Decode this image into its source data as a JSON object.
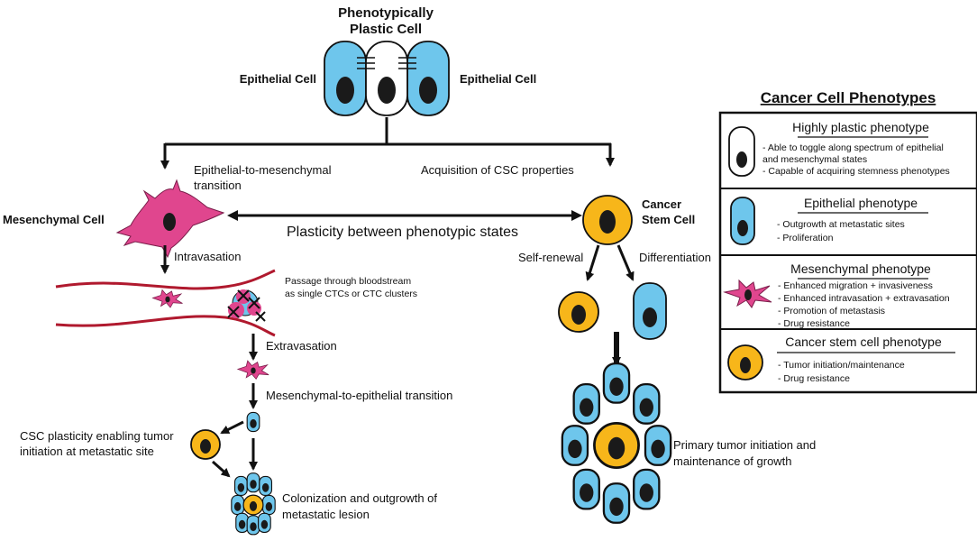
{
  "top": {
    "title_line1": "Phenotypically",
    "title_line2": "Plastic Cell",
    "epithelial_label": "Epithelial Cell"
  },
  "flow": {
    "emt_line1": "Epithelial-to-mesenchymal",
    "emt_line2": "transition",
    "csc_acquisition": "Acquisition of CSC properties",
    "mesenchymal_cell": "Mesenchymal Cell",
    "plasticity": "Plasticity between phenotypic states",
    "csc_line1": "Cancer",
    "csc_line2": "Stem Cell",
    "intravasation": "Intravasation",
    "blood_line1": "Passage through bloodstream",
    "blood_line2": "as single CTCs or CTC clusters",
    "extravasation": "Extravasation",
    "met": "Mesenchymal-to-epithelial transition",
    "csc_plasticity_line1": "CSC plasticity enabling tumor",
    "csc_plasticity_line2": "initiation at metastatic site",
    "colonization_line1": "Colonization and outgrowth of",
    "colonization_line2": "metastatic lesion",
    "self_renewal": "Self-renewal",
    "differentiation": "Differentiation",
    "primary_line1": "Primary tumor initiation and",
    "primary_line2": "maintenance of growth"
  },
  "legend": {
    "title": "Cancer Cell Phenotypes",
    "items": [
      {
        "heading": "Highly plastic phenotype",
        "lines": [
          "- Able to toggle along spectrum of epithelial",
          "and mesenchymal states",
          "- Capable of acquiring stemness phenotypes"
        ]
      },
      {
        "heading": "Epithelial phenotype",
        "lines": [
          "- Outgrowth at metastatic sites",
          "- Proliferation"
        ]
      },
      {
        "heading": "Mesenchymal phenotype",
        "lines": [
          "- Enhanced migration + invasiveness",
          "- Enhanced intravasation + extravasation",
          "- Promotion of metastasis",
          "- Drug resistance"
        ]
      },
      {
        "heading": "Cancer stem cell phenotype",
        "lines": [
          "- Tumor initiation/maintenance",
          "- Drug resistance"
        ]
      }
    ]
  },
  "colors": {
    "epithelial": "#6EC6EC",
    "mesenchymal": "#E0468E",
    "stem_cell": "#F7B61A",
    "vessel": "#B0192E"
  }
}
